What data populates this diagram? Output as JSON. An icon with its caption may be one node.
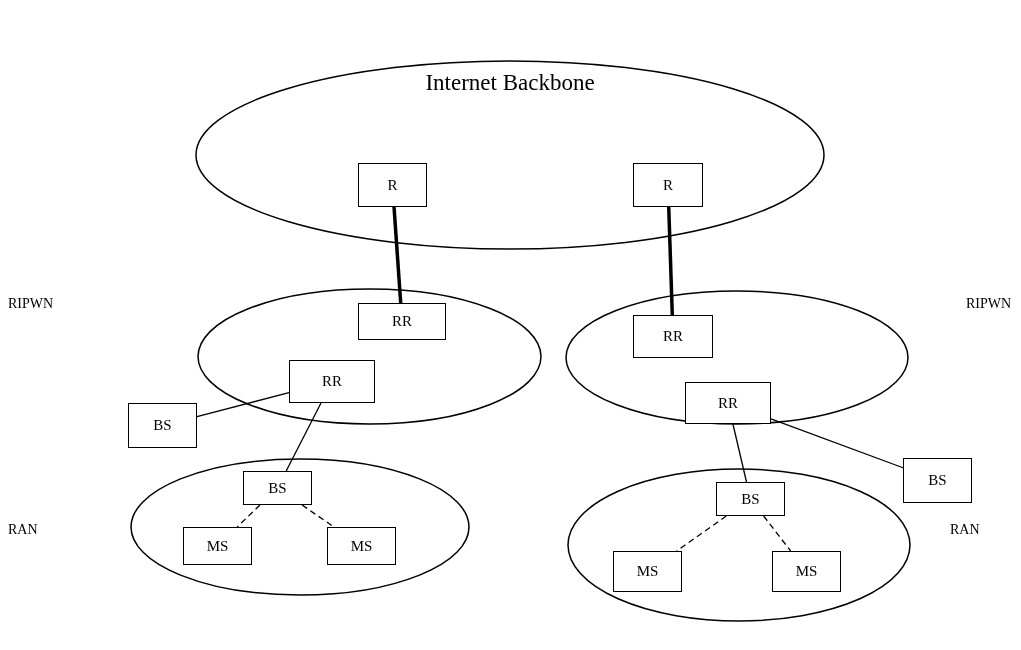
{
  "diagram": {
    "nodes": [
      {
        "text": [
          "Internet Backbone"
        ]
      },
      {
        "text": [
          "R"
        ],
        "in": 0
      },
      {
        "text": [
          "R"
        ],
        "in": 0
      },
      {
        "text": [],
        "shape": "ellipse"
      },
      {
        "text": [
          "RR"
        ],
        "in": 3
      },
      {
        "text": [
          "RR"
        ],
        "in": 3
      },
      {
        "text": [],
        "shape": "ellipse"
      },
      {
        "text": [
          "RR"
        ],
        "in": 6
      },
      {
        "text": [
          "RR"
        ],
        "in": 6
      },
      {
        "text": [
          "BS"
        ]
      },
      {
        "text": [
          "BS"
        ]
      },
      {
        "text": [],
        "shape": "ellipse"
      },
      {
        "text": [
          "BS"
        ],
        "in": 11
      },
      {
        "text": [
          "MS"
        ],
        "in": 11
      },
      {
        "text": [
          "MS"
        ],
        "in": 11
      },
      {
        "text": [],
        "shape": "ellipse"
      },
      {
        "text": [
          "BS"
        ],
        "in": 15
      },
      {
        "text": [
          "MS"
        ],
        "in": 15
      },
      {
        "text": [
          "MS"
        ],
        "in": 15
      }
    ],
    "edges": [
      {
        "from": 1,
        "to": 4,
        "arrow": "none",
        "style": "thick"
      },
      {
        "from": 2,
        "to": 7,
        "arrow": "none",
        "style": "thick"
      },
      {
        "from": 5,
        "to": 9,
        "arrow": "none"
      },
      {
        "from": 5,
        "to": 12,
        "arrow": "none"
      },
      {
        "from": 12,
        "to": 13,
        "arrow": "none",
        "style": "dashed"
      },
      {
        "from": 12,
        "to": 14,
        "arrow": "none",
        "style": "dashed"
      },
      {
        "from": 8,
        "to": 10,
        "arrow": "none"
      },
      {
        "from": 8,
        "to": 16,
        "arrow": "none"
      },
      {
        "from": 16,
        "to": 17,
        "arrow": "none",
        "style": "dashed"
      },
      {
        "from": 16,
        "to": 18,
        "arrow": "none",
        "style": "dashed"
      }
    ],
    "labels": [
      "RIPWN",
      "RIPWN",
      "RAN",
      "RAN"
    ]
  }
}
